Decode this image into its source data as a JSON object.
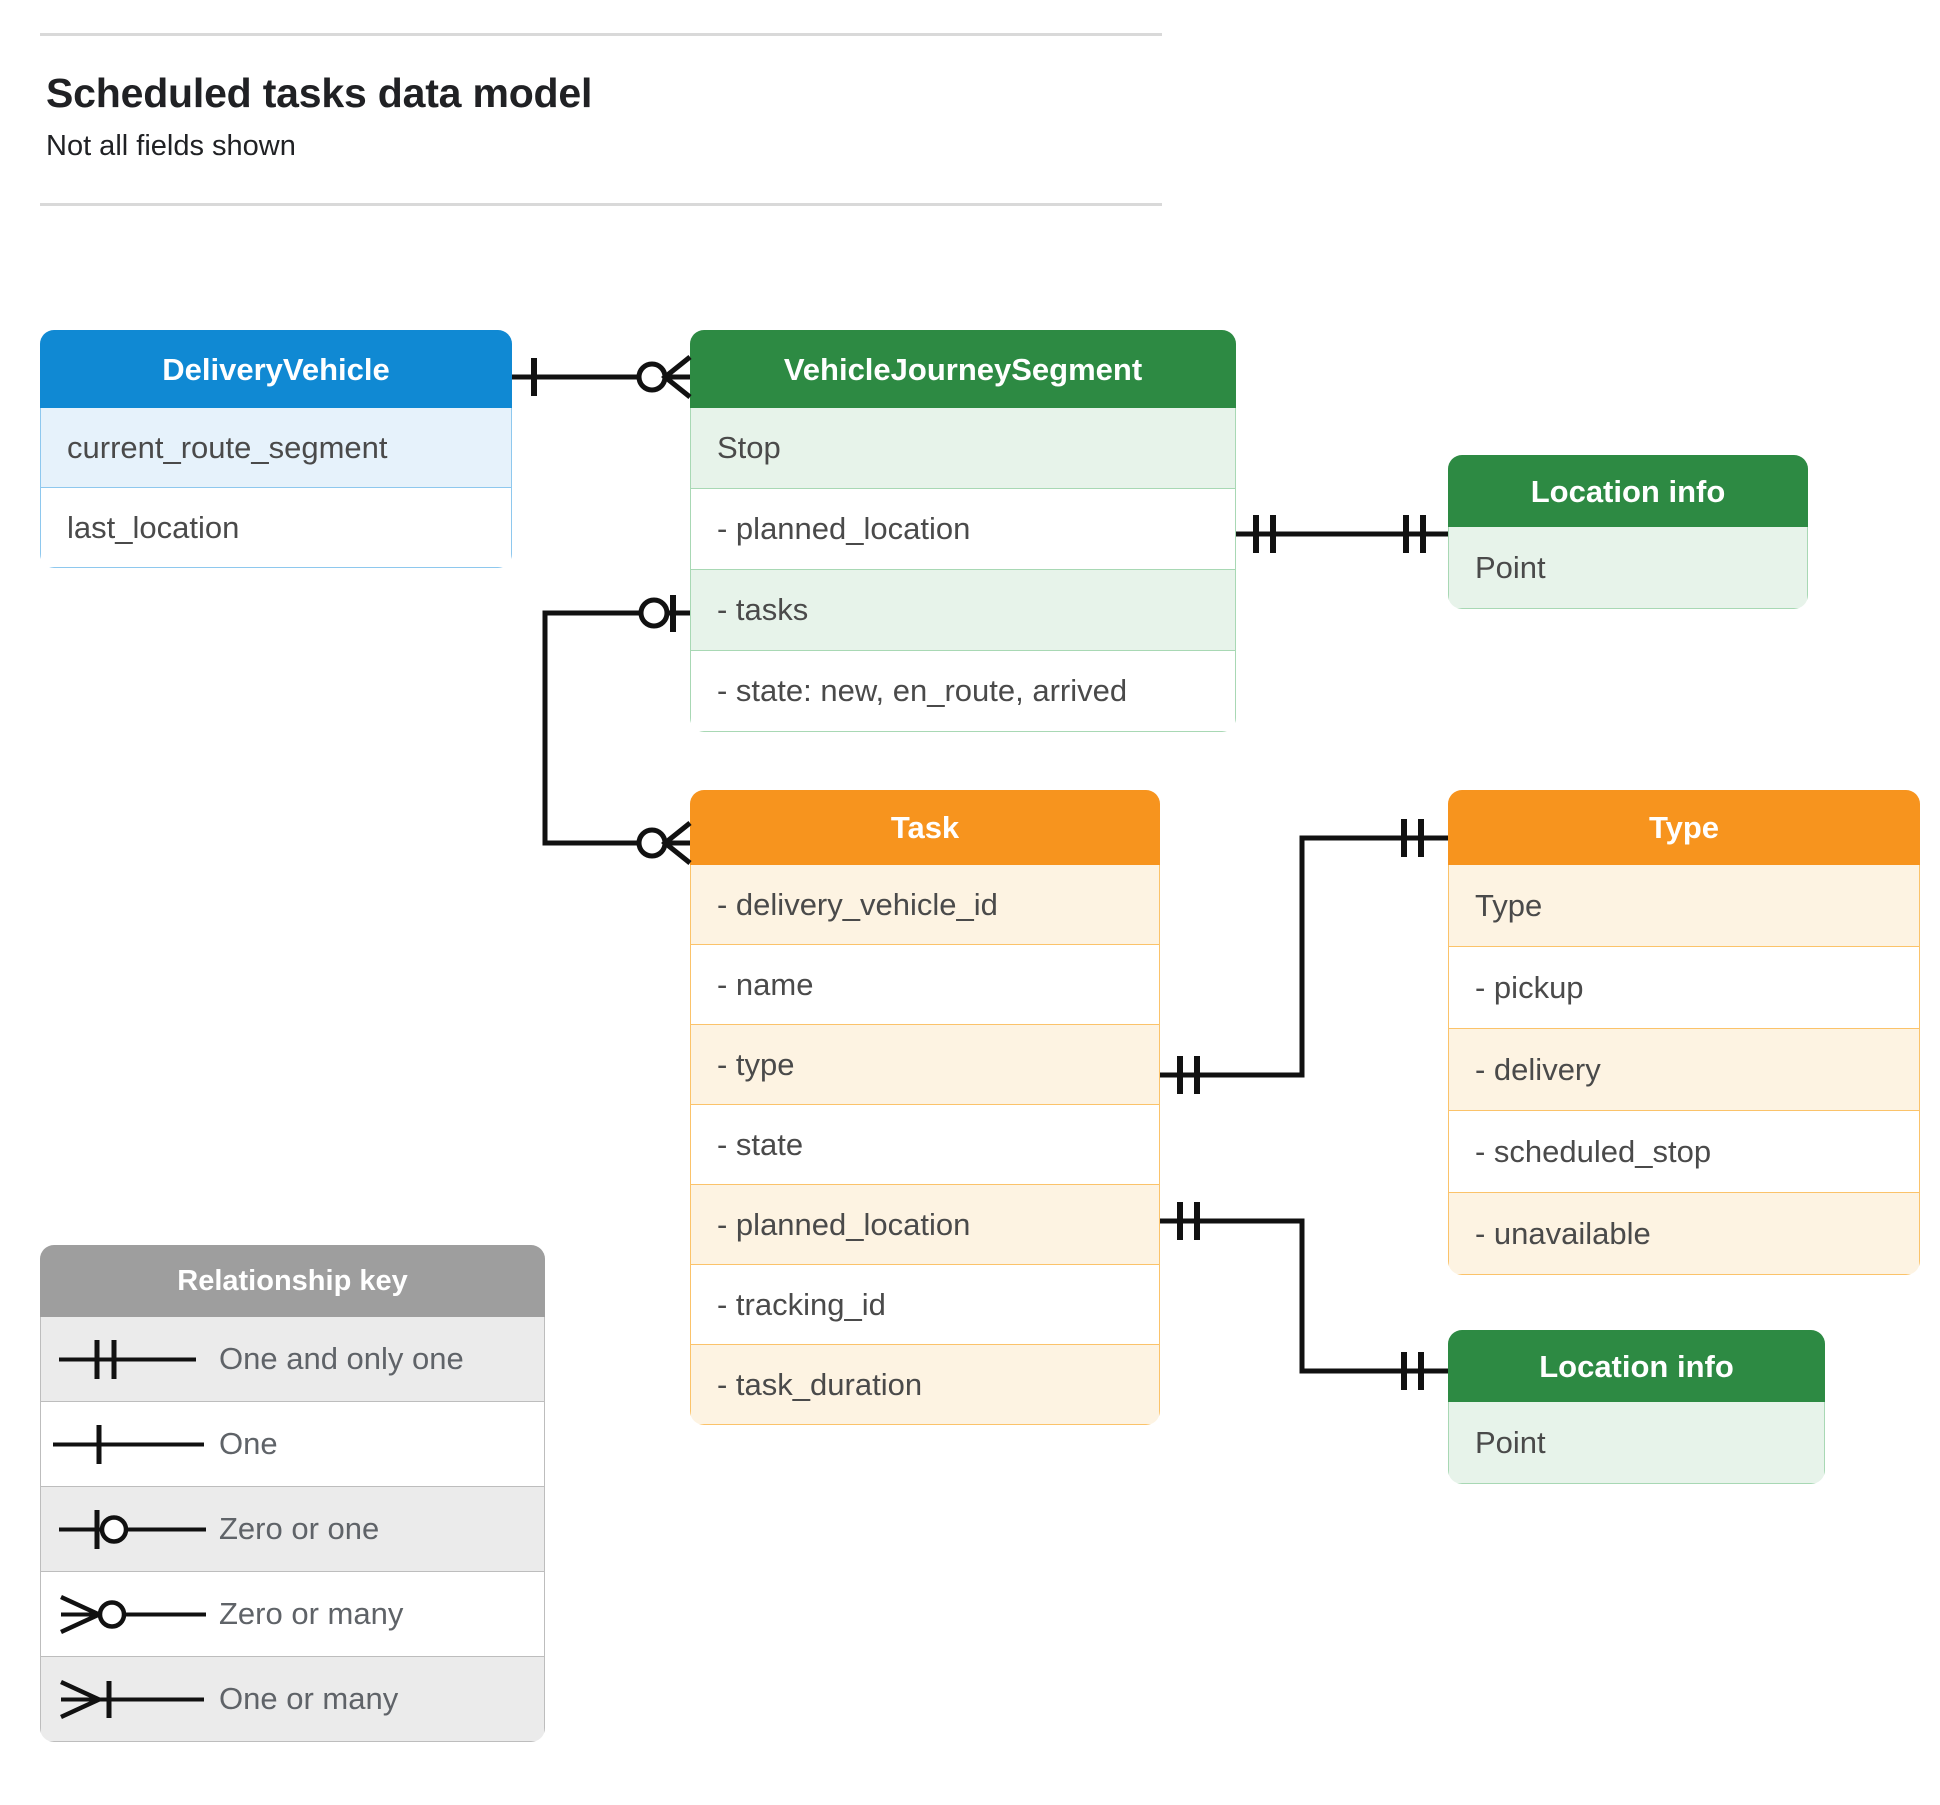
{
  "header": {
    "title": "Scheduled tasks data model",
    "subtitle": "Not all fields shown"
  },
  "colors": {
    "blue_header": "#1089D3",
    "blue_row_alt": "#E6F2FB",
    "blue_border": "#8EC8EE",
    "green_header": "#2D8A43",
    "green_row_alt": "#E7F3EA",
    "green_border": "#A8D8B4",
    "orange_header": "#F7941E",
    "orange_row_alt": "#FDF3E2",
    "orange_border": "#FBC36A",
    "gray_header": "#9E9E9E",
    "gray_row_alt": "#EBEBEB",
    "gray_border": "#BDBDBD",
    "connector": "#000000",
    "rule": "#D9D9D9",
    "text": "#4A4A4A"
  },
  "entities": {
    "delivery_vehicle": {
      "name": "DeliveryVehicle",
      "rows": [
        "current_route_segment",
        "last_location"
      ]
    },
    "vehicle_journey_segment": {
      "name": "VehicleJourneySegment",
      "rows": [
        "Stop",
        "-  planned_location",
        "- tasks",
        "- state: new, en_route, arrived"
      ]
    },
    "location_info_top": {
      "name": "Location info",
      "rows": [
        "Point"
      ]
    },
    "task": {
      "name": "Task",
      "rows": [
        "- delivery_vehicle_id",
        "- name",
        "- type",
        "- state",
        "- planned_location",
        "- tracking_id",
        "- task_duration"
      ]
    },
    "type": {
      "name": "Type",
      "rows": [
        "Type",
        "-   pickup",
        "-  delivery",
        "-  scheduled_stop",
        "-  unavailable"
      ]
    },
    "location_info_bottom": {
      "name": "Location info",
      "rows": [
        "Point"
      ]
    }
  },
  "legend": {
    "title": "Relationship key",
    "items": [
      {
        "symbol": "one-and-only-one",
        "label": "One and only one"
      },
      {
        "symbol": "one",
        "label": "One"
      },
      {
        "symbol": "zero-or-one",
        "label": "Zero or one"
      },
      {
        "symbol": "zero-or-many",
        "label": "Zero or many"
      },
      {
        "symbol": "one-or-many",
        "label": "One or many"
      }
    ]
  },
  "relationships": [
    {
      "from": "DeliveryVehicle",
      "to": "VehicleJourneySegment",
      "from_cardinality": "one",
      "to_cardinality": "zero-or-many"
    },
    {
      "from": "VehicleJourneySegment.planned_location",
      "to": "Location info",
      "from_cardinality": "one-and-only-one",
      "to_cardinality": "one-and-only-one"
    },
    {
      "from": "VehicleJourneySegment.tasks",
      "to": "Task",
      "from_cardinality": "zero-or-one",
      "to_cardinality": "zero-or-many"
    },
    {
      "from": "Task.type",
      "to": "Type",
      "from_cardinality": "one-and-only-one",
      "to_cardinality": "one-and-only-one"
    },
    {
      "from": "Task.planned_location",
      "to": "Location info",
      "from_cardinality": "one-and-only-one",
      "to_cardinality": "one-and-only-one"
    }
  ]
}
